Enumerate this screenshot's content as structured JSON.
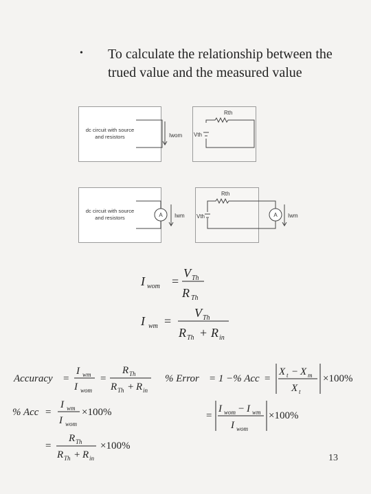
{
  "bullet": {
    "marker": "•",
    "text": "To calculate the relationship between the trued value and the measured value"
  },
  "circuits": {
    "box_label_line1": "dc circuit with source",
    "box_label_line2": "and resistors",
    "rth": "Rth",
    "vth": "Vth",
    "iwom": "Iwom",
    "iwm": "Iwm",
    "ammeter": "A"
  },
  "equations": {
    "I": "I",
    "sub_wom": "wom",
    "sub_wm": "wm",
    "V": "V",
    "R": "R",
    "sub_Th": "Th",
    "sub_in": "in",
    "eq": "=",
    "plus": "+",
    "minus": "−",
    "times_100": "×100%",
    "accuracy": "Accuracy",
    "pct_acc": "% Acc",
    "pct_error": "% Error",
    "one_minus_acc": "= 1 −% Acc",
    "X": "X",
    "sub_t": "t",
    "sub_m": "m"
  },
  "slide_number": "13"
}
